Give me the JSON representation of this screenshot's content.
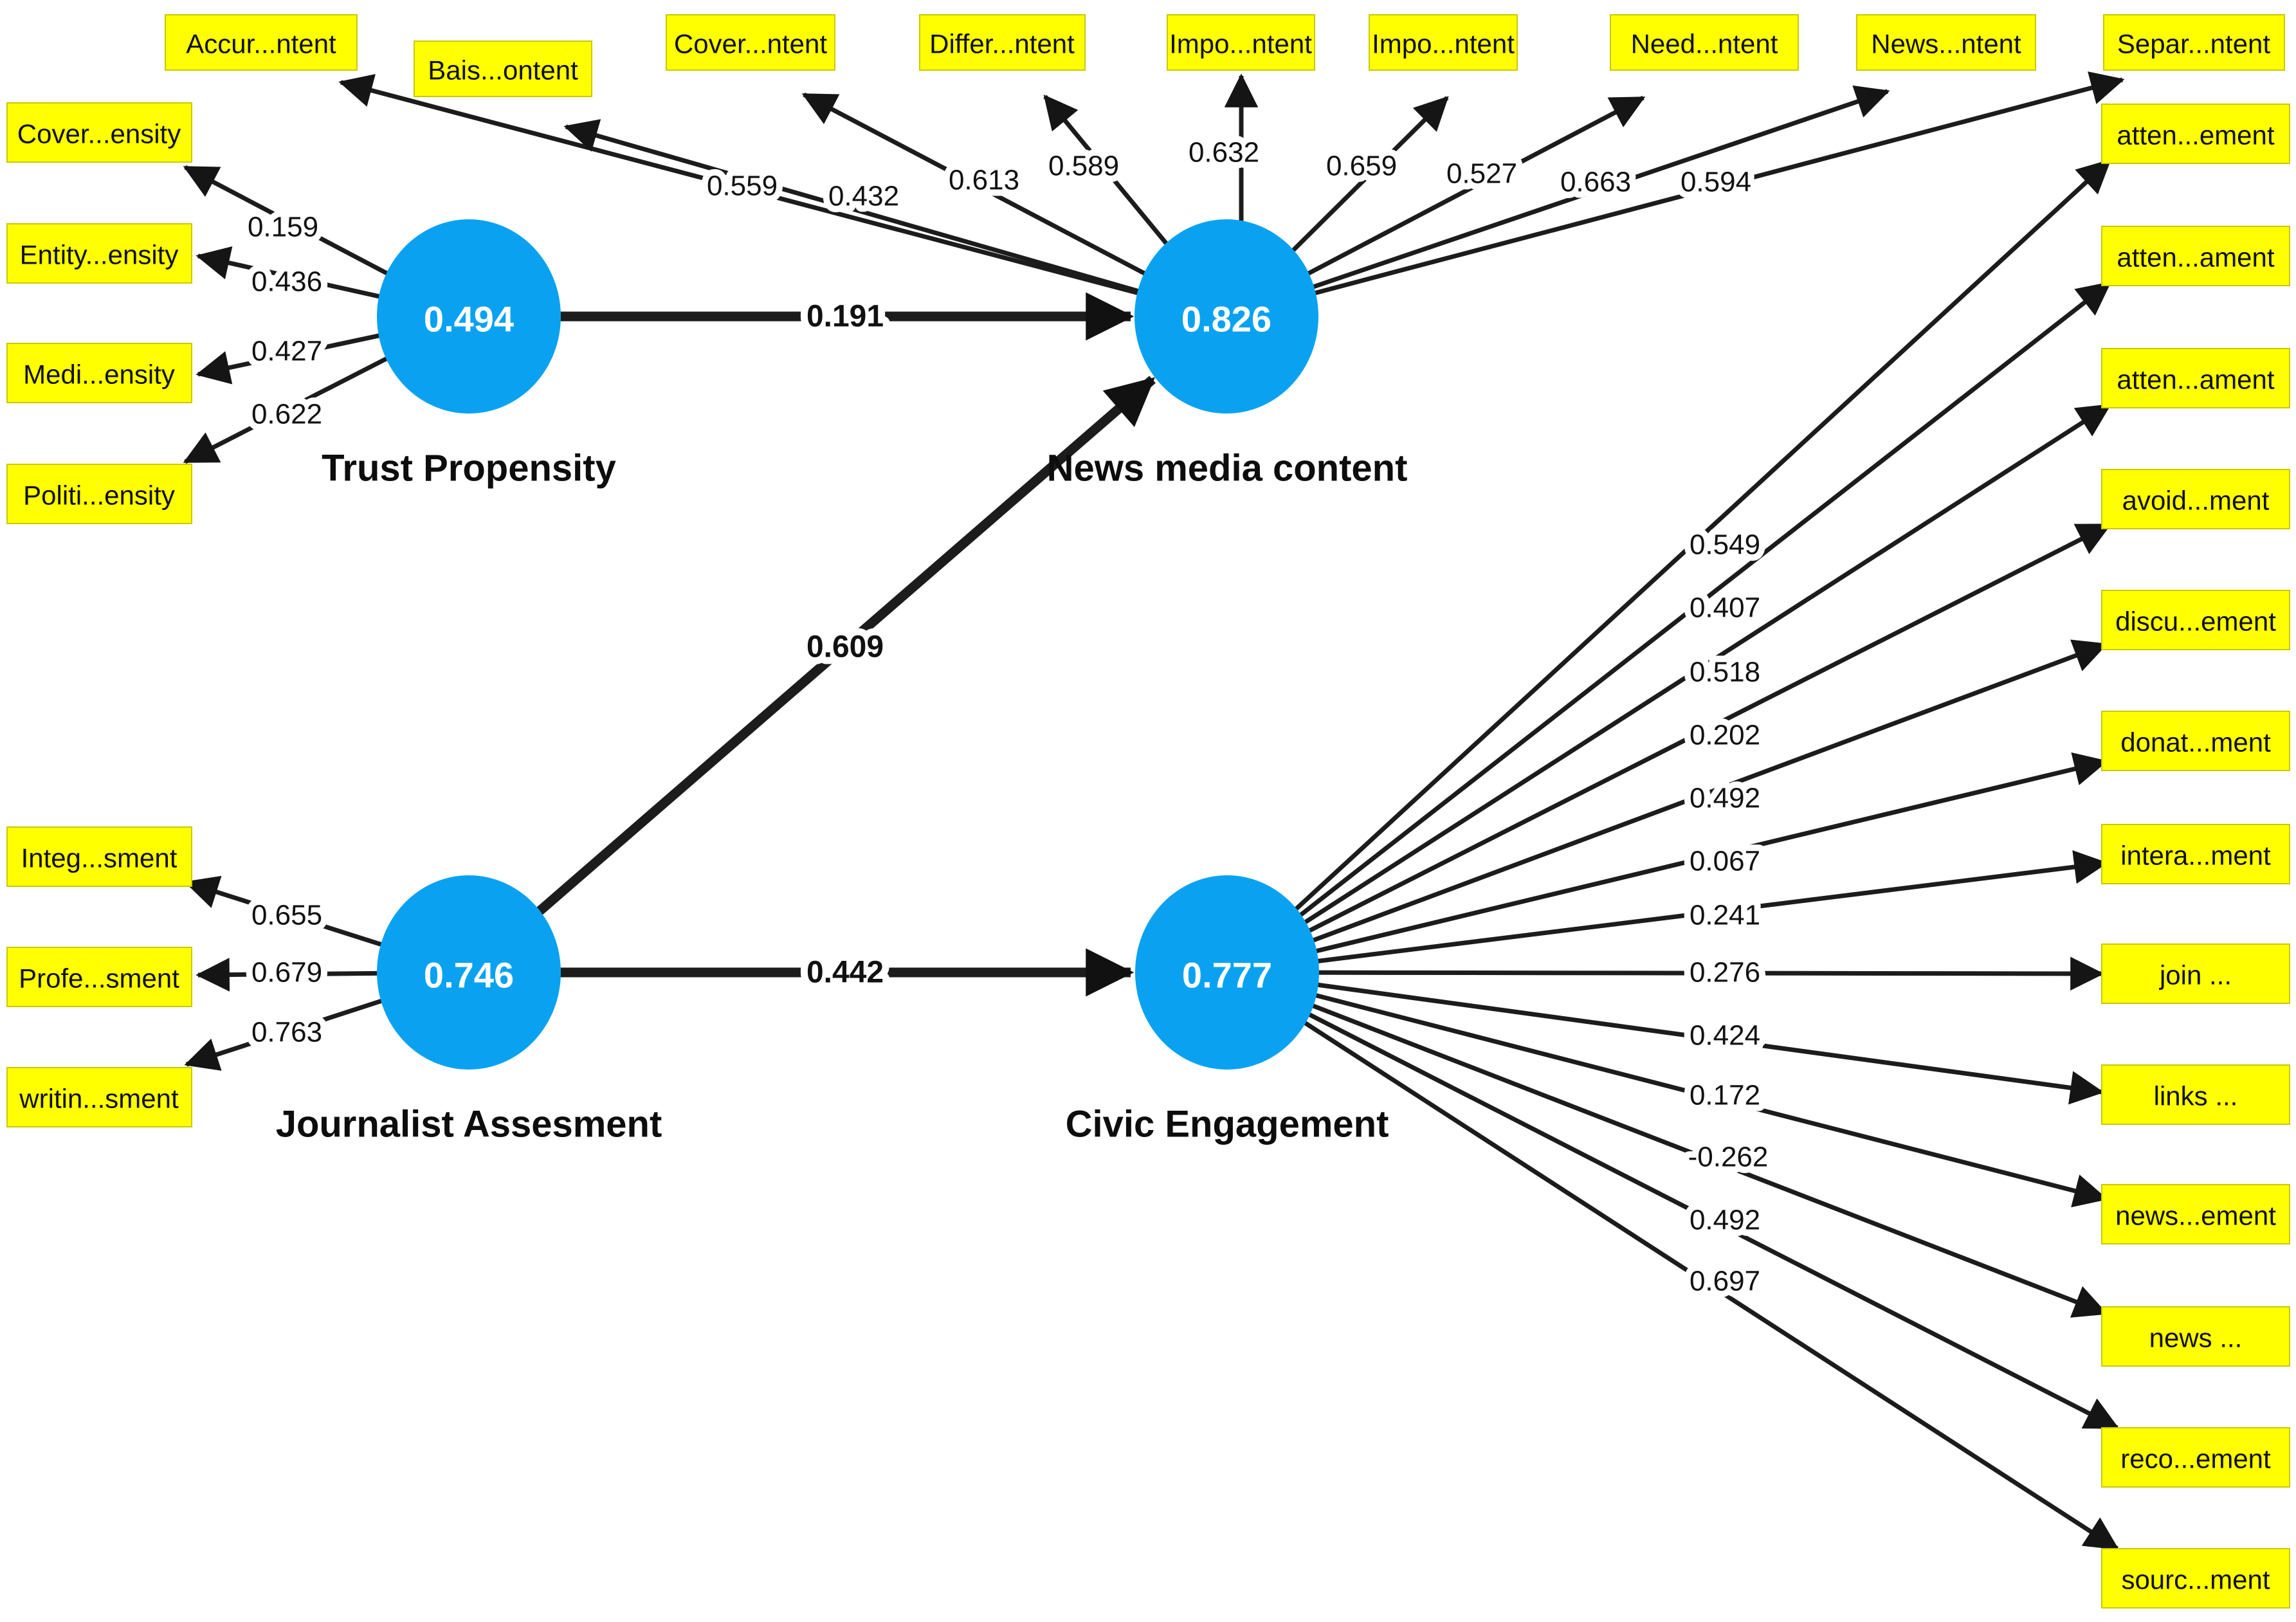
{
  "colors": {
    "construct_fill": "#0aa2f0",
    "indicator_fill": "#ffff00",
    "indicator_border": "#c9c900",
    "edge_color": "#1c1c1c"
  },
  "constructs": {
    "trust": {
      "label": "Trust Propensity",
      "value": "0.494"
    },
    "nmc": {
      "label": "News media content",
      "value": "0.826"
    },
    "ja": {
      "label": "Journalist Assesment",
      "value": "0.746"
    },
    "ce": {
      "label": "Civic Engagement",
      "value": "0.777"
    }
  },
  "paths": [
    {
      "from": "Trust Propensity",
      "to": "News media content",
      "coef": "0.191"
    },
    {
      "from": "Journalist Assesment",
      "to": "News media content",
      "coef": "0.609"
    },
    {
      "from": "Journalist Assesment",
      "to": "Civic Engagement",
      "coef": "0.442"
    }
  ],
  "indicators": {
    "trust": [
      {
        "label": "Cover...ensity",
        "loading": "0.159"
      },
      {
        "label": "Entity...ensity",
        "loading": "0.436"
      },
      {
        "label": "Medi...ensity",
        "loading": "0.427"
      },
      {
        "label": "Politi...ensity",
        "loading": "0.622"
      }
    ],
    "nmc": [
      {
        "label": "Accur...ntent",
        "loading": "0.559"
      },
      {
        "label": "Bais...ontent",
        "loading": "0.432"
      },
      {
        "label": "Cover...ntent",
        "loading": "0.613"
      },
      {
        "label": "Differ...ntent",
        "loading": "0.589"
      },
      {
        "label": "Impo...ntent",
        "loading": "0.632"
      },
      {
        "label": "Impo...ntent",
        "loading": "0.659"
      },
      {
        "label": "Need...ntent",
        "loading": "0.527"
      },
      {
        "label": "News...ntent",
        "loading": "0.663"
      },
      {
        "label": "Separ...ntent",
        "loading": "0.594"
      }
    ],
    "ja": [
      {
        "label": "Integ...sment",
        "loading": "0.655"
      },
      {
        "label": "Profe...sment",
        "loading": "0.679"
      },
      {
        "label": "writin...sment",
        "loading": "0.763"
      }
    ],
    "ce": [
      {
        "label": "atten...ement",
        "loading": "0.549"
      },
      {
        "label": "atten...ament",
        "loading": "0.407"
      },
      {
        "label": "atten...ament",
        "loading": "0.518"
      },
      {
        "label": "avoid...ment",
        "loading": "0.202"
      },
      {
        "label": "discu...ement",
        "loading": "0.492"
      },
      {
        "label": "donat...ment",
        "loading": "0.067"
      },
      {
        "label": "intera...ment",
        "loading": "0.241"
      },
      {
        "label": "join ...",
        "loading": "0.276"
      },
      {
        "label": "links ...",
        "loading": "0.424"
      },
      {
        "label": "news...ement",
        "loading": "0.172"
      },
      {
        "label": "news ...",
        "loading": "-0.262"
      },
      {
        "label": "reco...ement",
        "loading": "0.492"
      },
      {
        "label": "sourc...ment",
        "loading": "0.697"
      }
    ]
  }
}
